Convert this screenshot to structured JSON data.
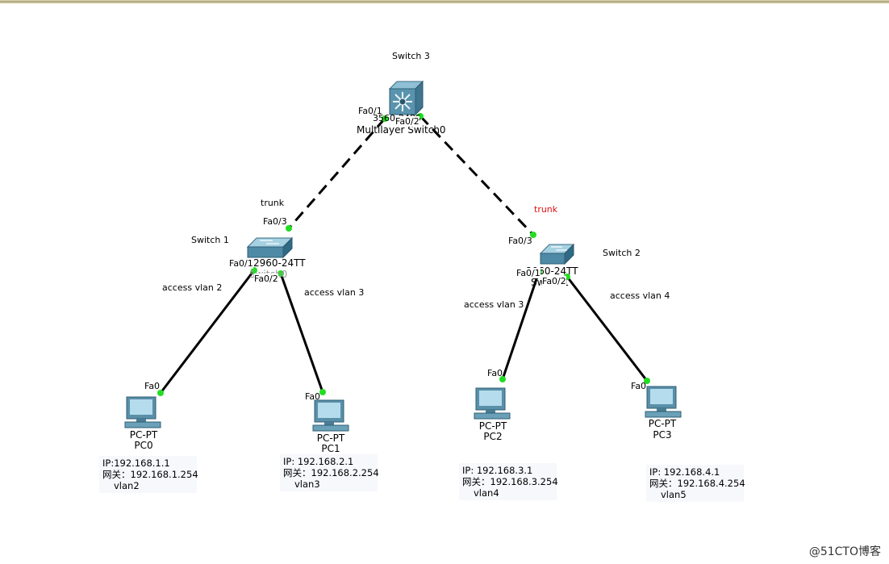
{
  "switch3": {
    "title": "Switch 3",
    "model_label": "3560-24PS",
    "name": "Multilayer Switch0",
    "port_left": "Fa0/1",
    "port_right": "Fa0/2"
  },
  "switch1": {
    "title": "Switch 1",
    "model_label": "2960-24TT",
    "name": "Switch0",
    "port_up": "Fa0/3",
    "port_left": "Fa0/1",
    "port_down": "Fa0/2"
  },
  "switch2": {
    "title": "Switch 2",
    "model_label": "2960-24TT",
    "name": "Switch1",
    "port_up": "Fa0/3",
    "port_left": "Fa0/1",
    "port_down": "Fa0/2"
  },
  "links": {
    "trunk_left": "trunk",
    "trunk_right": "trunk",
    "pc0": "access vlan 2",
    "pc1": "access vlan 3",
    "pc2": "access vlan 3",
    "pc3": "access vlan 4"
  },
  "pcs": [
    {
      "port": "Fa0",
      "type": "PC-PT",
      "name": "PC0",
      "ip": "IP:192.168.1.1",
      "gw": "网关：192.168.1.254",
      "vlan": "vlan2"
    },
    {
      "port": "Fa0",
      "type": "PC-PT",
      "name": "PC1",
      "ip": "IP:  192.168.2.1",
      "gw": "网关：192.168.2.254",
      "vlan": "vlan3"
    },
    {
      "port": "Fa0",
      "type": "PC-PT",
      "name": "PC2",
      "ip": "IP:  192.168.3.1",
      "gw": "网关：192.168.3.254",
      "vlan": "vlan4"
    },
    {
      "port": "Fa0",
      "type": "PC-PT",
      "name": "PC3",
      "ip": "IP:  192.168.4.1",
      "gw": "网关：192.168.4.254",
      "vlan": "vlan5"
    }
  ],
  "watermark": "@51CTO博客",
  "colors": {
    "link": "#000000",
    "port_dot": "#22dd22",
    "trunk_label": "#e01010",
    "device_body": "#5a8fa8"
  }
}
